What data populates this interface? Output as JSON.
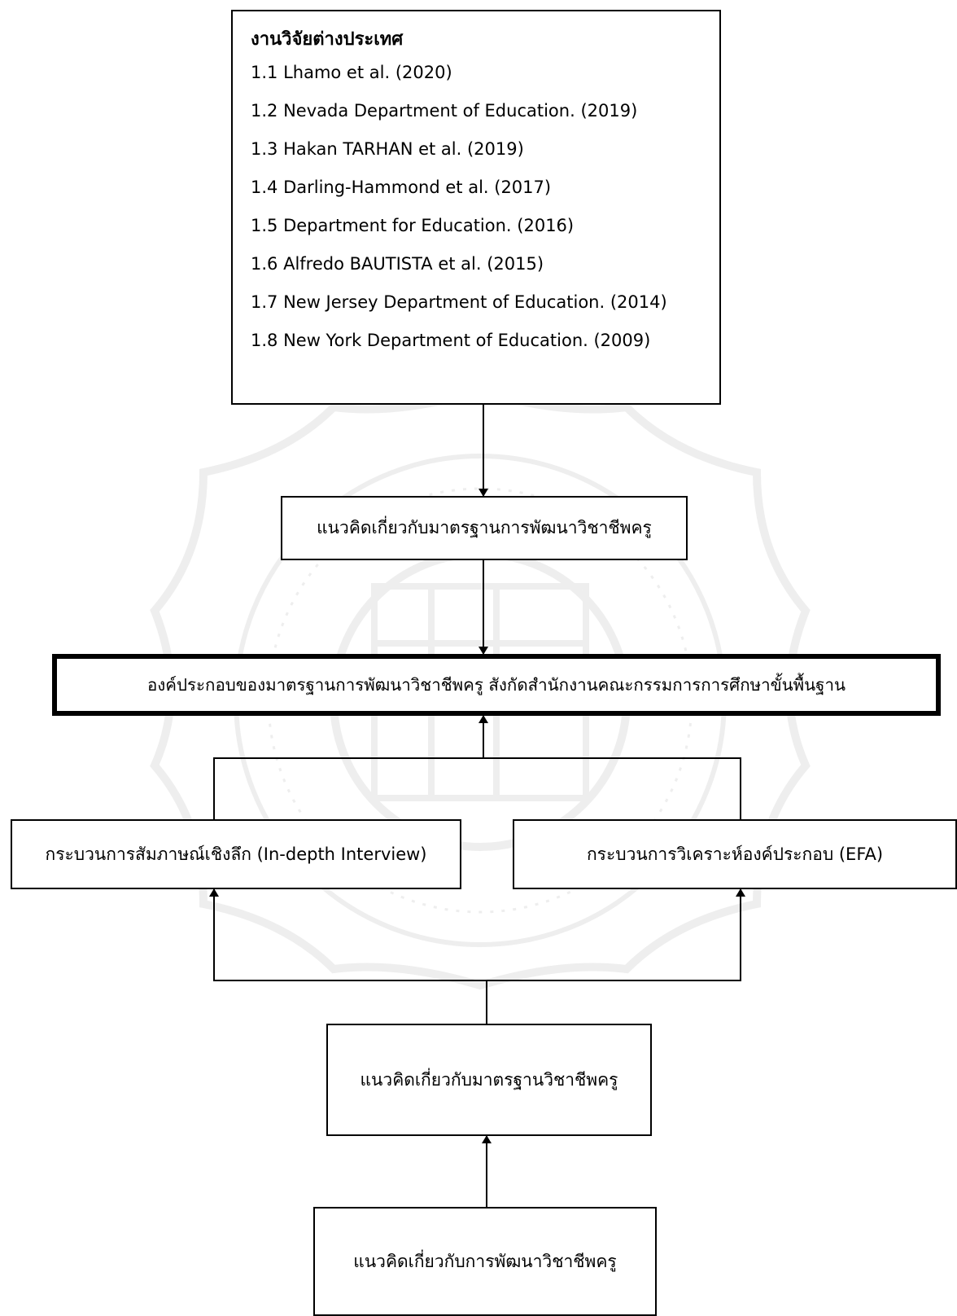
{
  "research_box": {
    "title": "งานวิจัยต่างประเทศ",
    "items": [
      "1.1 Lhamo et al. (2020)",
      "1.2 Nevada Department of Education. (2019)",
      "1.3 Hakan TARHAN et al. (2019)",
      "1.4 Darling-Hammond et al. (2017)",
      "1.5 Department for Education. (2016)",
      "1.6 Alfredo BAUTISTA et al. (2015)",
      "1.7 New Jersey Department of Education. (2014)",
      "1.8 New York Department of Education. (2009)"
    ]
  },
  "concept_standard_dev_box": "แนวคิดเกี่ยวกับมาตรฐานการพัฒนาวิชาชีพครู",
  "main_component_box": "องค์ประกอบของมาตรฐานการพัฒนาวิชาชีพครู สังกัดสำนักงานคณะกรรมการการศึกษาขั้นพื้นฐาน",
  "interview_box": "กระบวนการสัมภาษณ์เชิงลึก (In-depth Interview)",
  "efa_box": "กระบวนการวิเคราะห์องค์ประกอบ (EFA)",
  "concept_professional_standard_box": "แนวคิดเกี่ยวกับมาตรฐานวิชาชีพครู",
  "concept_professional_dev_box": "แนวคิดเกี่ยวกับการพัฒนาวิชาชีพครู",
  "colors": {
    "line": "#000000",
    "watermark": "#808080"
  },
  "icons": {
    "watermark": "university-seal-watermark"
  }
}
